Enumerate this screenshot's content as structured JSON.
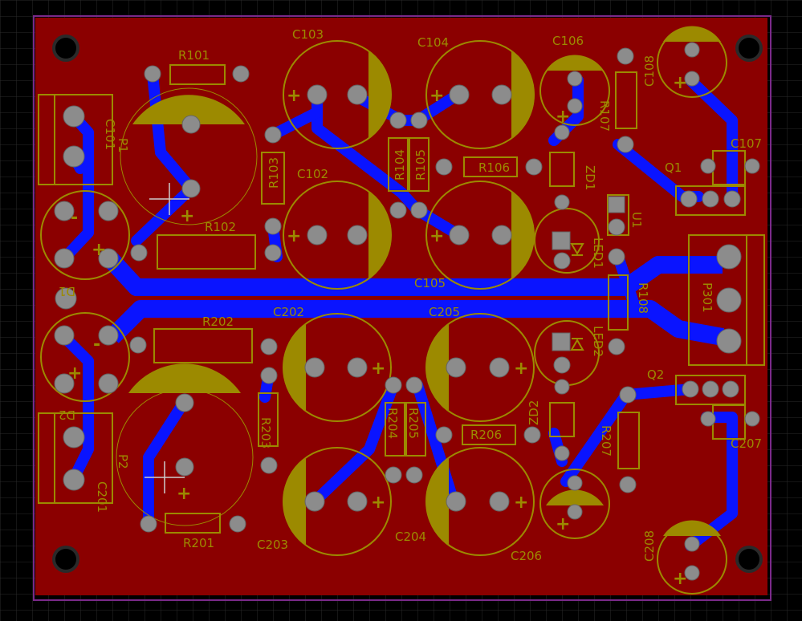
{
  "colors": {
    "background": "#000000",
    "grid": "#2a2a2a",
    "copper": "#8b0000",
    "trace": "#0a14ff",
    "silk": "#9c8a00",
    "pad": "#8c8c8c",
    "outline": "#7a2a8a"
  },
  "labels": {
    "R101": "R101",
    "R102": "R102",
    "R103": "R103",
    "R104": "R104",
    "R105": "R105",
    "R106": "R106",
    "R107": "R107",
    "R108": "R108",
    "R201": "R201",
    "R202": "R202",
    "R203": "R203",
    "R204": "R204",
    "R205": "R205",
    "R206": "R206",
    "R207": "R207",
    "C101": "C101",
    "C102": "C102",
    "C103": "C103",
    "C104": "C104",
    "C105": "C105",
    "C106": "C106",
    "C107": "C107",
    "C108": "C108",
    "C201": "C201",
    "C202": "C202",
    "C203": "C203",
    "C204": "C204",
    "C205": "C205",
    "C206": "C206",
    "C207": "C207",
    "C208": "C208",
    "P1": "P1",
    "P2": "P2",
    "P301": "P301",
    "D1": "D1",
    "D2": "D2",
    "ZD1": "ZD1",
    "ZD2": "ZD2",
    "LED1": "LED1",
    "LED2": "LED2",
    "Q1": "Q1",
    "Q2": "Q2",
    "U1": "U1",
    "plus": "+",
    "minus": "-"
  }
}
